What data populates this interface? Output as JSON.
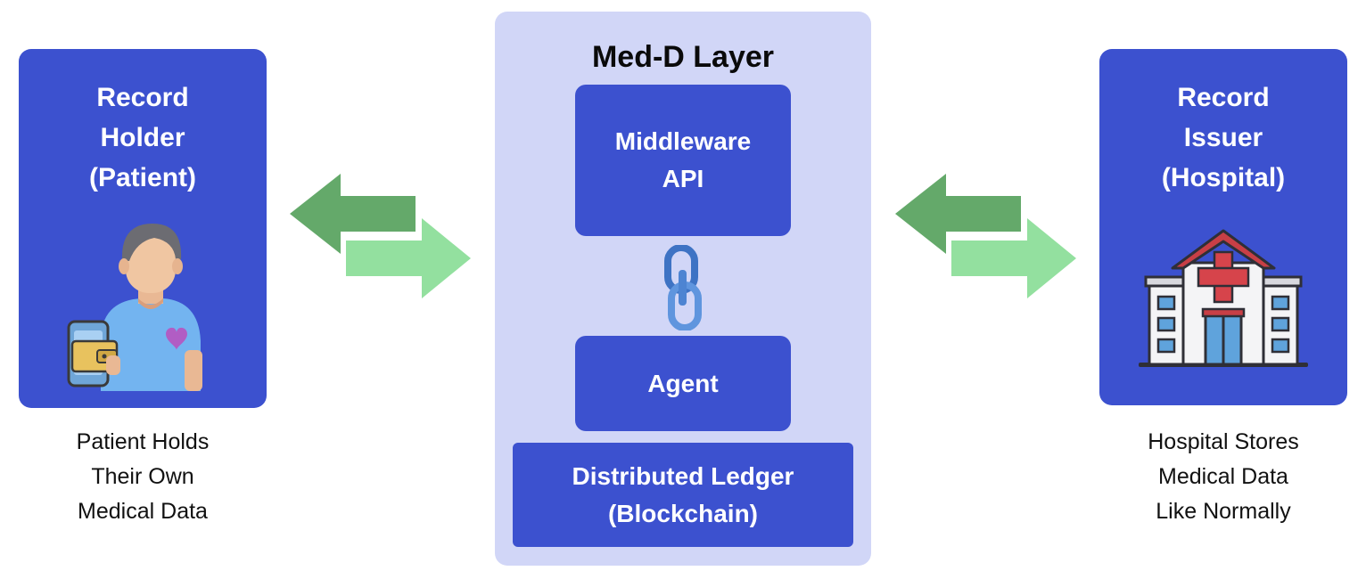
{
  "colors": {
    "card_blue": "#3c51cf",
    "layer_bg": "#d1d6f7",
    "arrow_dark_green": "#64a96a",
    "arrow_light_green": "#93e09f"
  },
  "holder": {
    "title": "Record\nHolder\n(Patient)",
    "caption": "Patient Holds\nTheir Own\nMedical Data",
    "icon": "patient-with-phone-wallet-icon"
  },
  "issuer": {
    "title": "Record\nIssuer\n(Hospital)",
    "caption": "Hospital Stores\nMedical Data\nLike Normally",
    "icon": "hospital-building-icon"
  },
  "layer": {
    "title": "Med-D Layer",
    "middleware": "Middleware\nAPI",
    "agent": "Agent",
    "ledger": "Distributed Ledger\n(Blockchain)",
    "link_icon": "chain-link-icon"
  },
  "arrows": {
    "left_pair": "bidirectional-arrows-icon",
    "right_pair": "bidirectional-arrows-icon"
  }
}
